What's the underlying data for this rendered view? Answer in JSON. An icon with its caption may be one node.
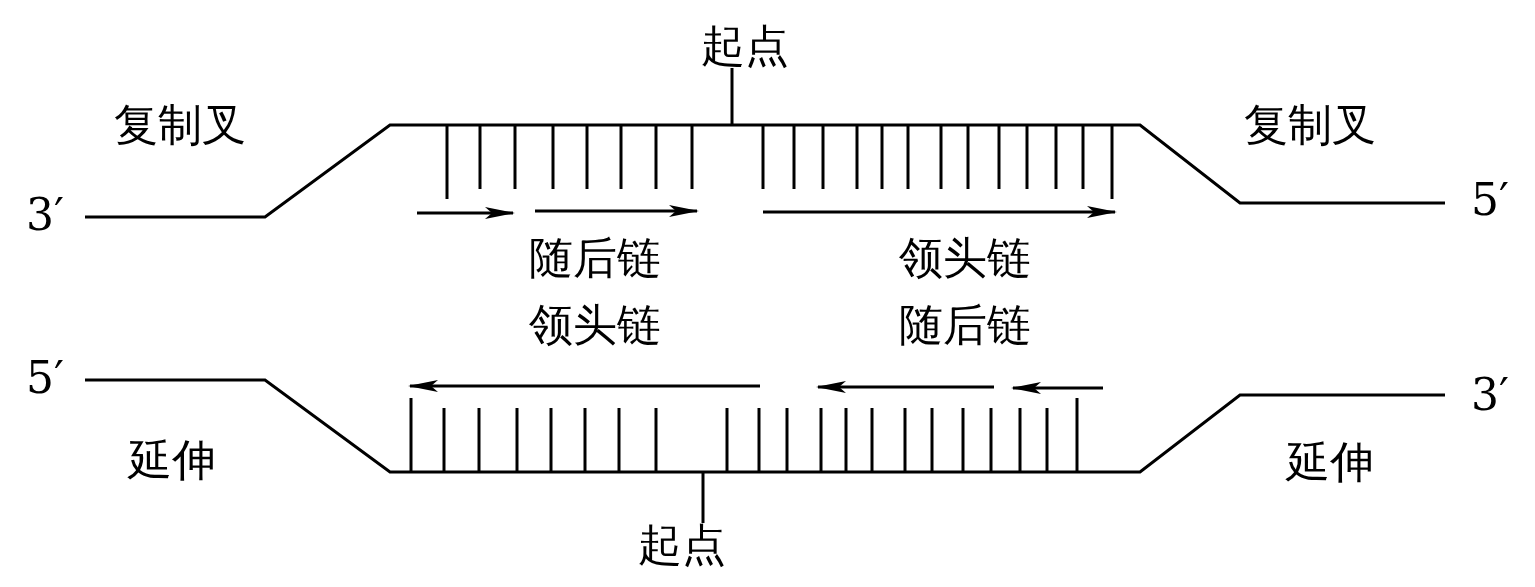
{
  "diagram": {
    "nodes": [
      {
        "text": [
          "起点"
        ]
      },
      {
        "text": [],
        "shape": "line"
      },
      {
        "text": [],
        "shape": "line"
      },
      {
        "text": [
          "起点"
        ]
      }
    ],
    "edges": [
      {
        "from": 0,
        "to": 1,
        "arrow": "none"
      },
      {
        "from": 3,
        "to": 2,
        "arrow": "none"
      }
    ],
    "labels": [
      "复制叉",
      "复制叉",
      "3′",
      "5′",
      "随后链",
      "领头链",
      "领头链",
      "随后链",
      "5′",
      "3′",
      "延伸",
      "延伸"
    ]
  }
}
